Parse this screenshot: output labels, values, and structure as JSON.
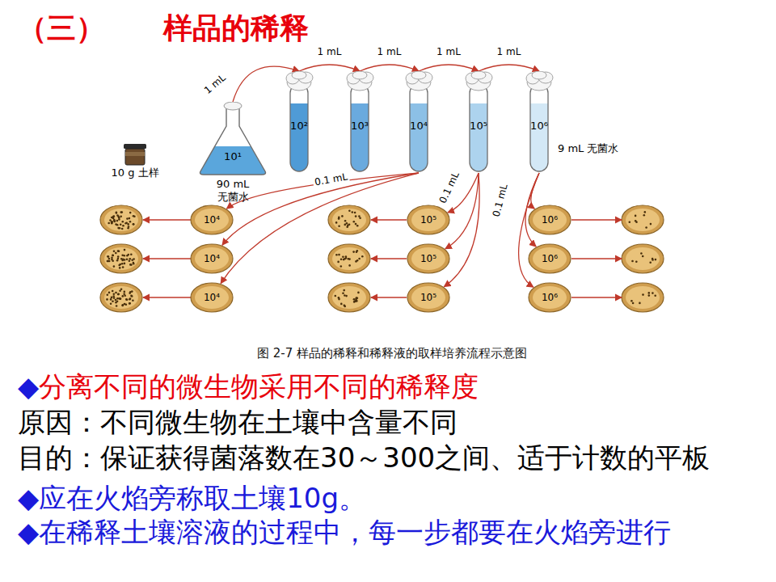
{
  "diagram": {
    "title": "（三）　　样品的稀释",
    "caption": "图 2-7  样品的稀释和稀释液的取样培养流程示意图",
    "nodes": [
      {
        "text": [
          "10 g 土样"
        ]
      },
      {
        "text": [
          "10¹",
          "90 mL 无菌水"
        ]
      },
      {
        "text": [
          "10²"
        ]
      },
      {
        "text": [
          "10³"
        ]
      },
      {
        "text": [
          "10⁴"
        ]
      },
      {
        "text": [
          "10⁵"
        ]
      },
      {
        "text": [
          "10⁶"
        ]
      },
      {
        "text": [
          "10⁴"
        ]
      },
      {
        "text": [
          "10⁴"
        ]
      },
      {
        "text": [
          "10⁴"
        ]
      },
      {
        "text": [
          "10⁵"
        ]
      },
      {
        "text": [
          "10⁵"
        ]
      },
      {
        "text": [
          "10⁵"
        ]
      },
      {
        "text": [
          "10⁶"
        ]
      },
      {
        "text": [
          "10⁶"
        ]
      },
      {
        "text": [
          "10⁶"
        ]
      }
    ],
    "edges": [
      {
        "from": 1,
        "to": 2,
        "arrow": "to",
        "label": "1 mL"
      },
      {
        "from": 2,
        "to": 3,
        "arrow": "to",
        "label": "1 mL"
      },
      {
        "from": 3,
        "to": 4,
        "arrow": "to",
        "label": "1 mL"
      },
      {
        "from": 4,
        "to": 5,
        "arrow": "to",
        "label": "1 mL"
      },
      {
        "from": 5,
        "to": 6,
        "arrow": "to",
        "label": "1 mL"
      },
      {
        "from": 4,
        "to": 7,
        "arrow": "to",
        "label": "0.1 mL"
      },
      {
        "from": 4,
        "to": 8,
        "arrow": "to"
      },
      {
        "from": 4,
        "to": 9,
        "arrow": "to"
      },
      {
        "from": 5,
        "to": 10,
        "arrow": "to",
        "label": "0.1 mL"
      },
      {
        "from": 5,
        "to": 11,
        "arrow": "to"
      },
      {
        "from": 5,
        "to": 12,
        "arrow": "to"
      },
      {
        "from": 6,
        "to": 13,
        "arrow": "to",
        "label": "0.1 mL"
      },
      {
        "from": 6,
        "to": 14,
        "arrow": "to"
      },
      {
        "from": 6,
        "to": 15,
        "arrow": "to"
      }
    ],
    "labels": [
      "9 mL 无菌水",
      "◆分离不同的微生物采用不同的稀释度",
      "原因：不同微生物在土壤中含量不同",
      "目的：保证获得菌落数在30～300之间、适于计数的平板",
      "◆应在火焰旁称取土壤10g。",
      "◆在稀释土壤溶液的过程中，每一步都要在火焰旁进行"
    ]
  }
}
